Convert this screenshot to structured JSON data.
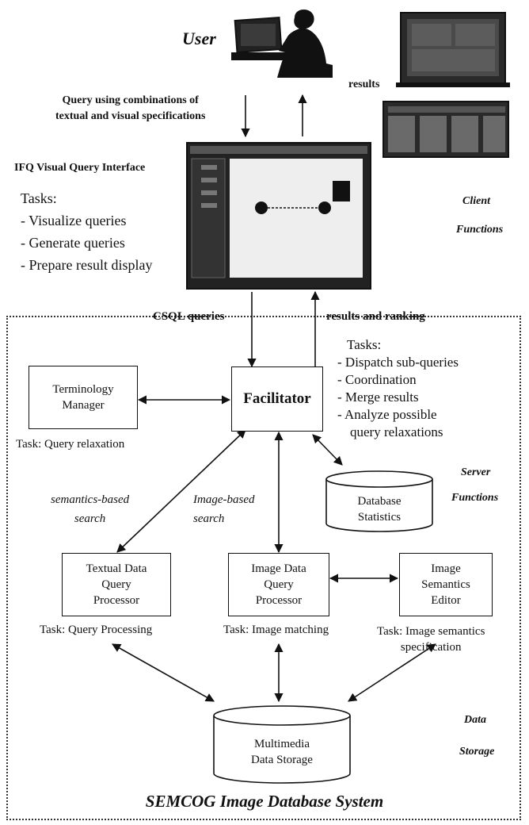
{
  "user": {
    "label": "User"
  },
  "results_top": "results",
  "query_caption": [
    "Query using combinations of",
    "textual and visual specifications"
  ],
  "ifq": {
    "title": "IFQ Visual Query Interface",
    "tasks_title": "Tasks:",
    "tasks": [
      "- Visualize queries",
      "- Generate queries",
      "- Prepare result display"
    ]
  },
  "client_functions": [
    "Client",
    "Functions"
  ],
  "csql": "CSQL queries",
  "results_ranking": "results and ranking",
  "facilitator": {
    "label": "Facilitator",
    "tasks_title": "Tasks:",
    "tasks": [
      "- Dispatch sub-queries",
      "- Coordination",
      "- Merge results",
      "- Analyze possible",
      "query relaxations"
    ]
  },
  "terminology": {
    "lines": [
      "Terminology",
      "Manager"
    ],
    "task": "Task: Query relaxation"
  },
  "server_functions": [
    "Server",
    "Functions"
  ],
  "semantics_search": [
    "semantics-based",
    "search"
  ],
  "image_search": [
    "Image-based",
    "search"
  ],
  "db_stats": {
    "lines": [
      "Database",
      "Statistics"
    ]
  },
  "textual": {
    "lines": [
      "Textual Data",
      "Query",
      "Processor"
    ],
    "task": "Task: Query Processing"
  },
  "imagedata": {
    "lines": [
      "Image Data",
      "Query",
      "Processor"
    ],
    "task": "Task: Image matching"
  },
  "semeditor": {
    "lines": [
      "Image",
      "Semantics",
      "Editor"
    ],
    "task": [
      "Task: Image semantics",
      "specification"
    ]
  },
  "storage": {
    "lines": [
      "Multimedia",
      "Data Storage"
    ]
  },
  "data_storage": [
    "Data",
    "Storage"
  ],
  "system_title": "SEMCOG Image Database System"
}
